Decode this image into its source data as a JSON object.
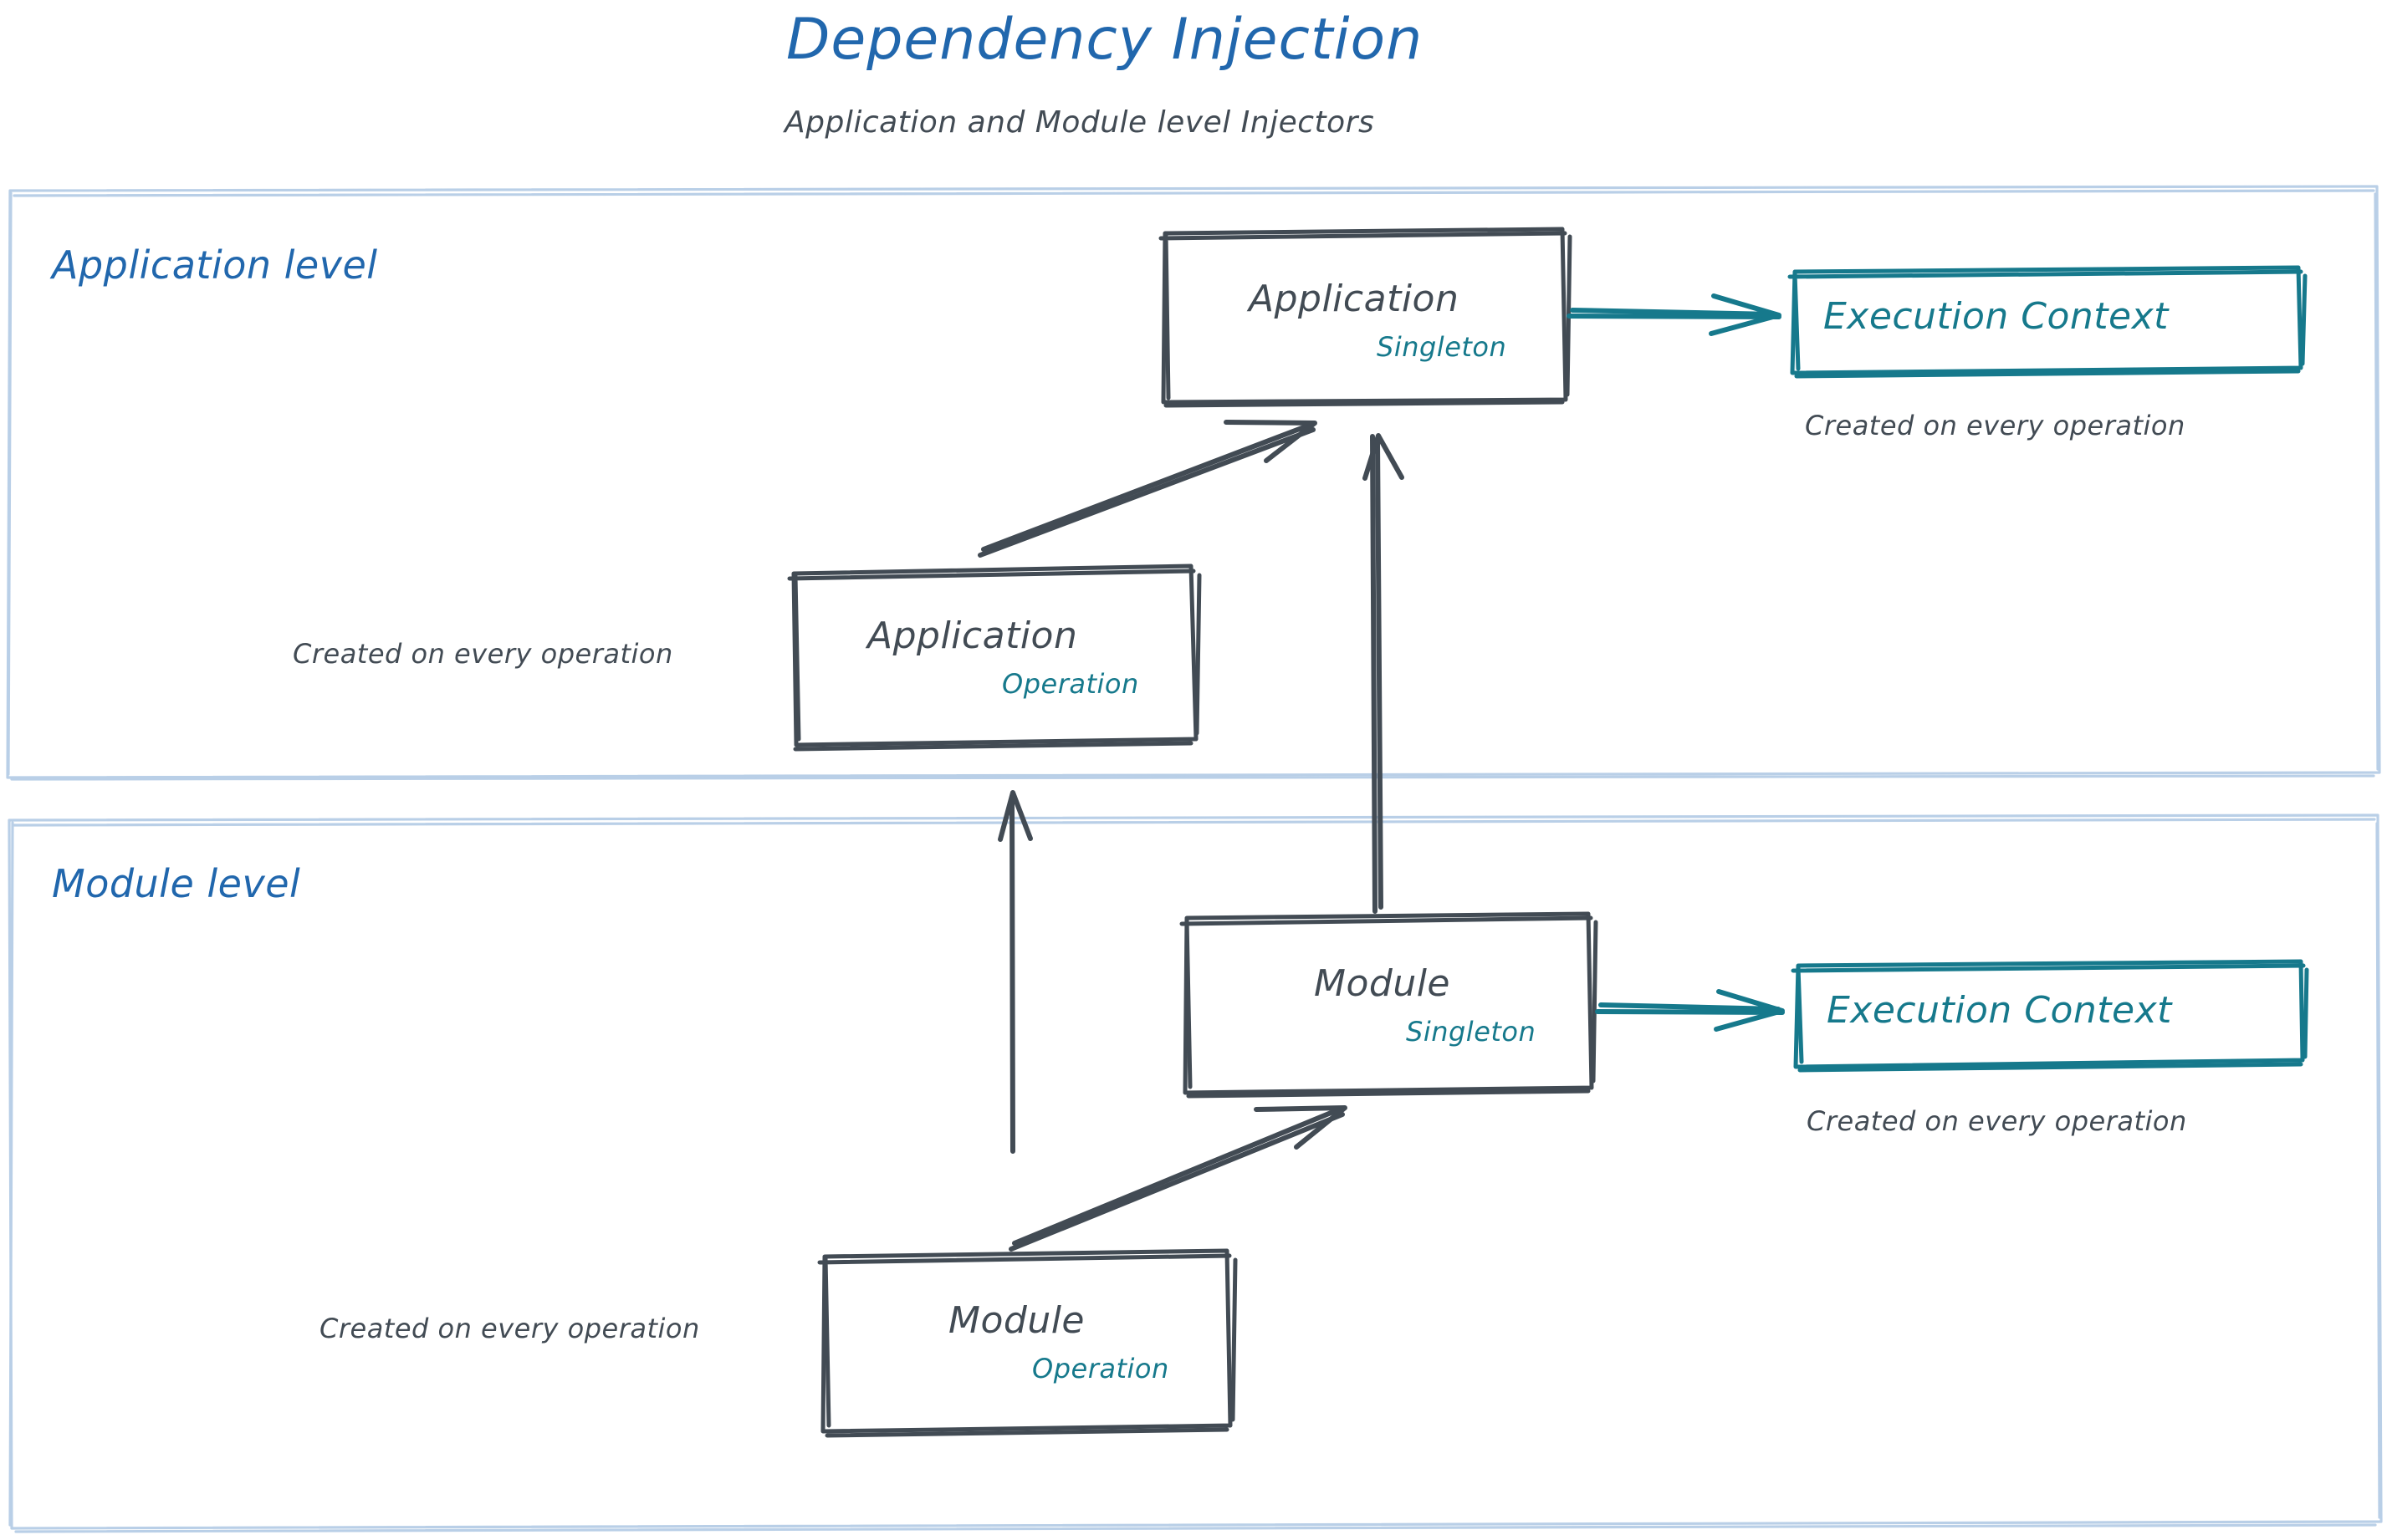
{
  "header": {
    "title": "Dependency Injection",
    "subtitle": "Application and Module level Injectors",
    "title_color": "#2167ad",
    "subtitle_color": "#424b54"
  },
  "colors": {
    "blue": "#2167ad",
    "teal": "#16798c",
    "graphite": "#424b54",
    "section_border": "#b6cde6",
    "background": "#ffffff"
  },
  "sections": [
    {
      "label": "Application level"
    },
    {
      "label": "Module level"
    }
  ],
  "nodes": {
    "application_singleton": {
      "title": "Application",
      "badge": "Singleton",
      "badge_color": "#16798c"
    },
    "application_operation": {
      "title": "Application",
      "badge": "Operation",
      "badge_color": "#16798c",
      "caption": "Created on every operation"
    },
    "module_singleton": {
      "title": "Module",
      "badge": "Singleton",
      "badge_color": "#16798c"
    },
    "module_operation": {
      "title": "Module",
      "badge": "Operation",
      "badge_color": "#16798c",
      "caption": "Created on every operation"
    },
    "execution_context_app": {
      "title": "Execution Context",
      "caption": "Created on every operation"
    },
    "execution_context_module": {
      "title": "Execution Context",
      "caption": "Created on every operation"
    }
  },
  "edges": [
    {
      "from": "application_singleton",
      "to": "execution_context_app",
      "style": "teal-arrow"
    },
    {
      "from": "application_operation",
      "to": "application_singleton",
      "style": "graphite-arrow"
    },
    {
      "from": "module_singleton",
      "to": "application_singleton",
      "style": "graphite-arrow"
    },
    {
      "from": "module_singleton",
      "to": "execution_context_module",
      "style": "teal-arrow"
    },
    {
      "from": "module_operation",
      "to": "module_singleton",
      "style": "graphite-arrow"
    },
    {
      "from": "module_operation",
      "to": "application_operation",
      "style": "graphite-arrow"
    }
  ]
}
